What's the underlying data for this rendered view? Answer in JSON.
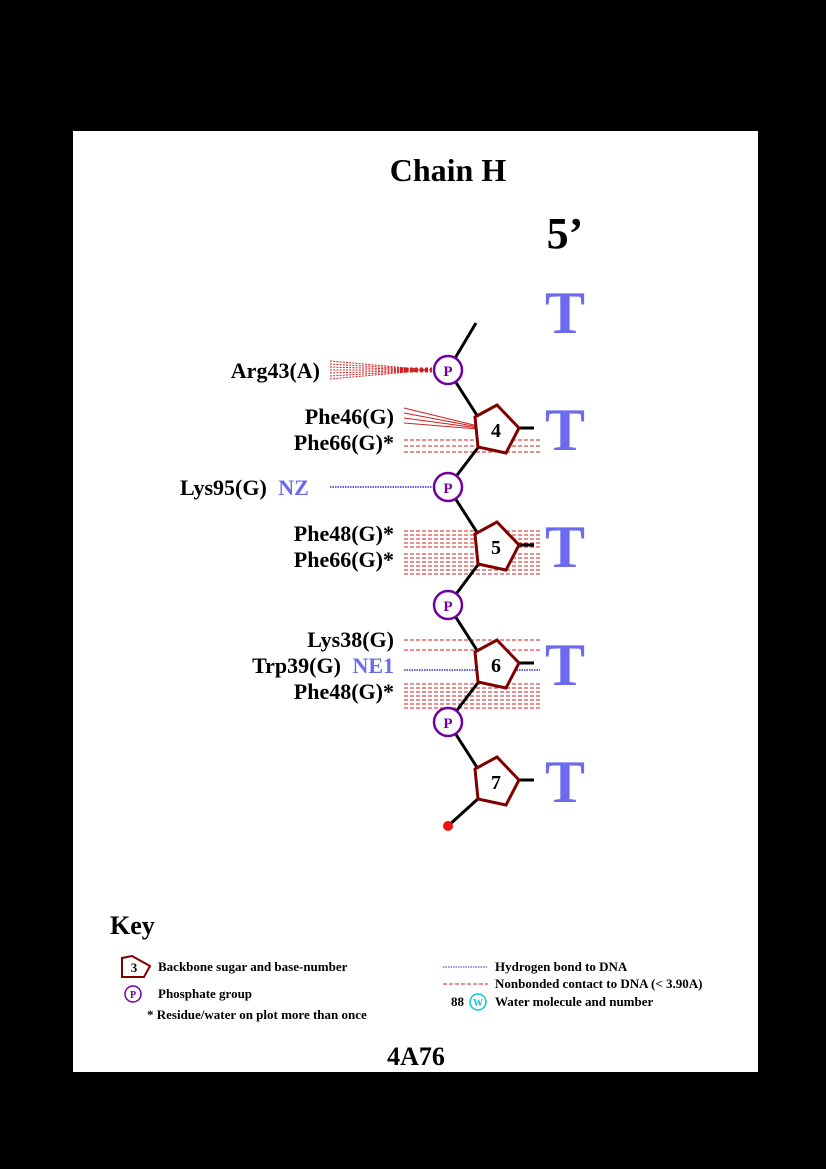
{
  "title": "Chain H",
  "five_prime": "5’",
  "pdb_id": "4A76",
  "colors": {
    "background": "#000000",
    "panel": "#ffffff",
    "sugar": "#800000",
    "phosphate": "#7000a0",
    "base": "#6b6bef",
    "hbond": "#3030d0",
    "nonbonded": "#d02020",
    "water": "#00c8d8",
    "terminus": "#ee1111"
  },
  "phosphate_label": "P",
  "bases": [
    {
      "letter": "T"
    },
    {
      "letter": "T",
      "number": "4"
    },
    {
      "letter": "T",
      "number": "5"
    },
    {
      "letter": "T",
      "number": "6"
    },
    {
      "letter": "T",
      "number": "7"
    }
  ],
  "residues": [
    {
      "name": "Arg43(A)",
      "atom": ""
    },
    {
      "name": "Phe46(G)",
      "atom": ""
    },
    {
      "name": "Phe66(G)*",
      "atom": ""
    },
    {
      "name": "Lys95(G)",
      "atom": "NZ"
    },
    {
      "name": "Phe48(G)*",
      "atom": ""
    },
    {
      "name": "Phe66(G)*",
      "atom": ""
    },
    {
      "name": "Lys38(G)",
      "atom": ""
    },
    {
      "name": "Trp39(G)",
      "atom": "NE1"
    },
    {
      "name": "Phe48(G)*",
      "atom": ""
    }
  ],
  "key": {
    "title": "Key",
    "sugar_example_number": "3",
    "sugar_label": "Backbone sugar and base-number",
    "phosphate_symbol": "P",
    "phosphate_label": "Phosphate group",
    "repeat_note": "* Residue/water on plot more than once",
    "hbond_label": "Hydrogen bond to DNA",
    "nonbonded_label": "Nonbonded contact to DNA (< 3.90A)",
    "water_number": "88",
    "water_symbol": "W",
    "water_label": "Water molecule and number"
  }
}
